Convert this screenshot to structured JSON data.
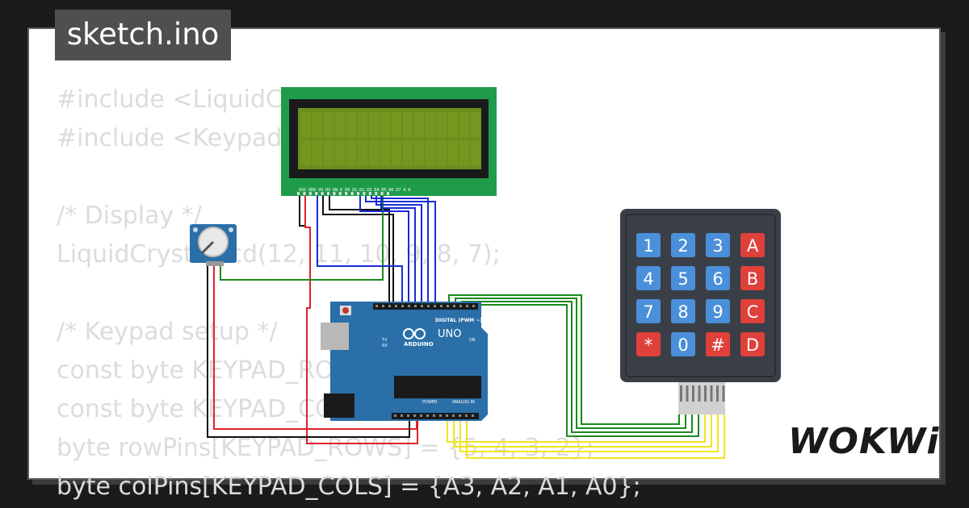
{
  "tab": {
    "title": "sketch.ino"
  },
  "code_lines": [
    "#include <LiquidCrystal.h>",
    "#include <Keypad.h>",
    "",
    "/* Display */",
    "LiquidCrystal lcd(12, 11, 10, 9, 8, 7);",
    "",
    "/* Keypad setup */",
    "const byte KEYPAD_ROWS = 4;",
    "const byte KEYPAD_COLS = 4;",
    "byte rowPins[KEYPAD_ROWS] = {5, 4, 3, 2};",
    "byte colPins[KEYPAD_COLS] = {A3, A2, A1, A0};"
  ],
  "keypad": {
    "keys": [
      {
        "label": "1",
        "color": "#4a8fd9"
      },
      {
        "label": "2",
        "color": "#4a8fd9"
      },
      {
        "label": "3",
        "color": "#4a8fd9"
      },
      {
        "label": "A",
        "color": "#e0403a"
      },
      {
        "label": "4",
        "color": "#4a8fd9"
      },
      {
        "label": "5",
        "color": "#4a8fd9"
      },
      {
        "label": "6",
        "color": "#4a8fd9"
      },
      {
        "label": "B",
        "color": "#e0403a"
      },
      {
        "label": "7",
        "color": "#4a8fd9"
      },
      {
        "label": "8",
        "color": "#4a8fd9"
      },
      {
        "label": "9",
        "color": "#4a8fd9"
      },
      {
        "label": "C",
        "color": "#e0403a"
      },
      {
        "label": "*",
        "color": "#e0403a"
      },
      {
        "label": "0",
        "color": "#4a8fd9"
      },
      {
        "label": "#",
        "color": "#e0403a"
      },
      {
        "label": "D",
        "color": "#e0403a"
      }
    ]
  },
  "arduino": {
    "model": "UNO",
    "brand": "ARDUINO",
    "digital_label": "DIGITAL (PWM ~)",
    "analog_label": "ANALOG IN",
    "power_label": "POWER",
    "on_label": "ON",
    "tx_label": "TX",
    "rx_label": "RX"
  },
  "lcd": {
    "pin_labels": "VSS VDD V0 RS RW E  D0 D1 D2 D3 D4 D5 D6 D7 A  K"
  },
  "brand": {
    "logo": "WOKWi"
  },
  "colors": {
    "board": "#2a6fa8",
    "lcd_pcb": "#1f9c4a",
    "lcd_screen": "#6b8e1e",
    "keypad_body": "#3a3f47",
    "wire_red": "#e0202a",
    "wire_blue": "#1a2bd6",
    "wire_green": "#1a8a1a",
    "wire_yellow": "#f0e420",
    "wire_black": "#111111"
  }
}
